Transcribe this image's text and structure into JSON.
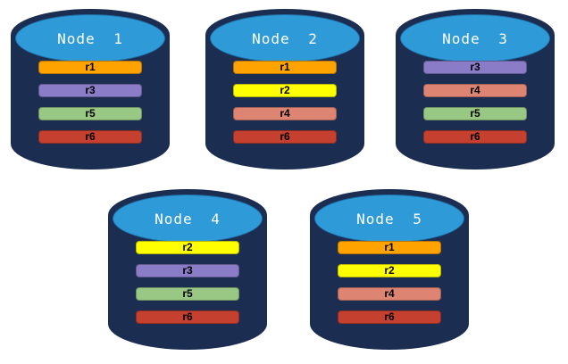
{
  "diagram": {
    "nodes": [
      {
        "label": "Node 1",
        "replicas": [
          "r1",
          "r3",
          "r5",
          "r6"
        ]
      },
      {
        "label": "Node 2",
        "replicas": [
          "r1",
          "r2",
          "r4",
          "r6"
        ]
      },
      {
        "label": "Node 3",
        "replicas": [
          "r3",
          "r4",
          "r5",
          "r6"
        ]
      },
      {
        "label": "Node 4",
        "replicas": [
          "r2",
          "r3",
          "r5",
          "r6"
        ]
      },
      {
        "label": "Node 5",
        "replicas": [
          "r1",
          "r2",
          "r4",
          "r6"
        ]
      }
    ],
    "replica_colors": {
      "r1": "#FFA300",
      "r2": "#FFFF00",
      "r3": "#8A7CC6",
      "r4": "#DD8473",
      "r5": "#99C885",
      "r6": "#C5402E"
    },
    "colors": {
      "background": "#FFFFFF",
      "cylinder_body": "#1C2D52",
      "cylinder_top": "#2F9AD8",
      "cylinder_top_border": "#1E6FA6",
      "node_label_text": "#FFFFFF",
      "replica_label_text": "#000000"
    }
  }
}
